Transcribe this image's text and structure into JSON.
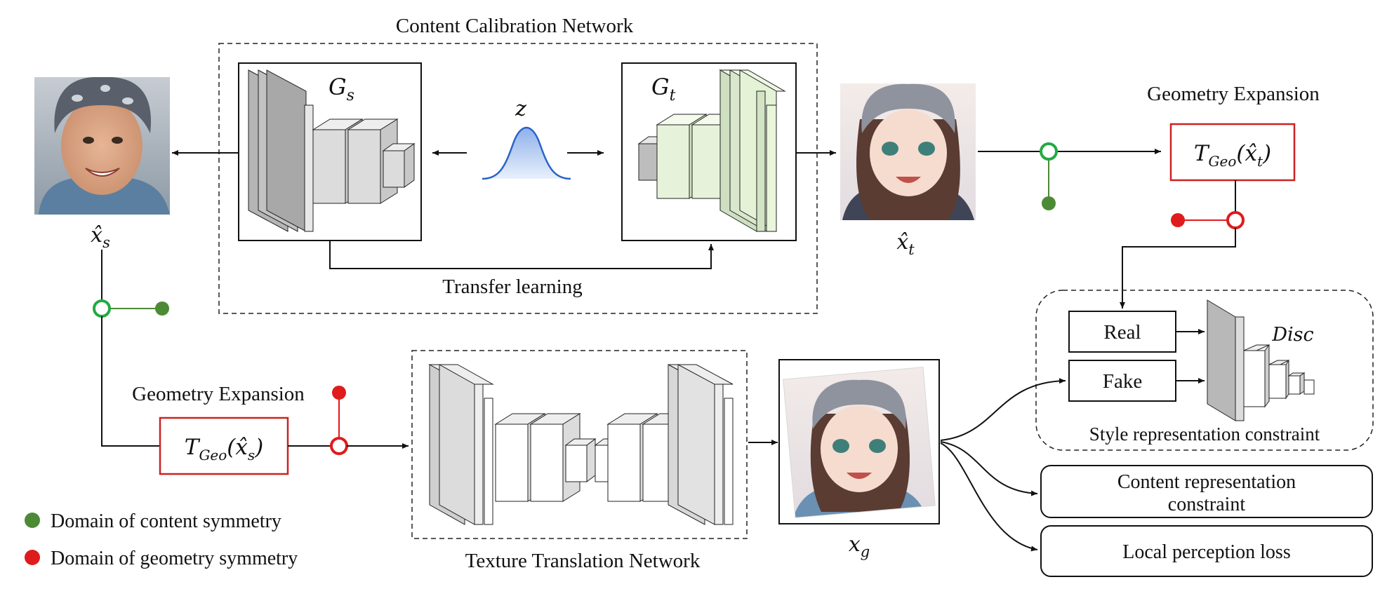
{
  "colors": {
    "content_symmetry": "#4d8a36",
    "content_ring": "#22aa44",
    "geometry_symmetry": "#e01b1b",
    "geometry_box": "#cc2222",
    "gt_layers": "#e9f6dc",
    "gs_layers": "#d4d4d4",
    "gaussian": "#2a64c8",
    "gaussian_fill": "#b9cdf2"
  },
  "ccn": {
    "title": "Content Calibration Network",
    "gs_label": {
      "main": "G",
      "sub": "s"
    },
    "gt_label": {
      "main": "G",
      "sub": "t"
    },
    "z_label": "z",
    "transfer_label": "Transfer learning"
  },
  "images": {
    "xs_label": {
      "main": "x̂",
      "sub": "s"
    },
    "xt_label": {
      "main": "x̂",
      "sub": "t"
    },
    "xg_label": {
      "main": "x",
      "sub": "g"
    }
  },
  "geo_top": {
    "title": "Geometry Expansion",
    "box": {
      "pre": "T",
      "sub": "Geo",
      "arg": "(x̂",
      "argsub": "t",
      "close": ")"
    }
  },
  "geo_bottom": {
    "title": "Geometry Expansion",
    "box": {
      "pre": "T",
      "sub": "Geo",
      "arg": "(x̂",
      "argsub": "s",
      "close": ")"
    }
  },
  "ttn": {
    "title": "Texture Translation Network"
  },
  "style": {
    "real_label": "Real",
    "fake_label": "Fake",
    "disc_label": "Disc",
    "constraint_label": "Style representation constraint"
  },
  "content_constraint": {
    "line1": "Content representation",
    "line2": "constraint"
  },
  "local_loss": {
    "label": "Local perception loss"
  },
  "legend": {
    "content": "Domain of content symmetry",
    "geometry": "Domain of geometry symmetry"
  },
  "icons": [
    "face-photo-icon",
    "anime-face-icon",
    "gaussian-curve-icon",
    "arrow-icon"
  ]
}
